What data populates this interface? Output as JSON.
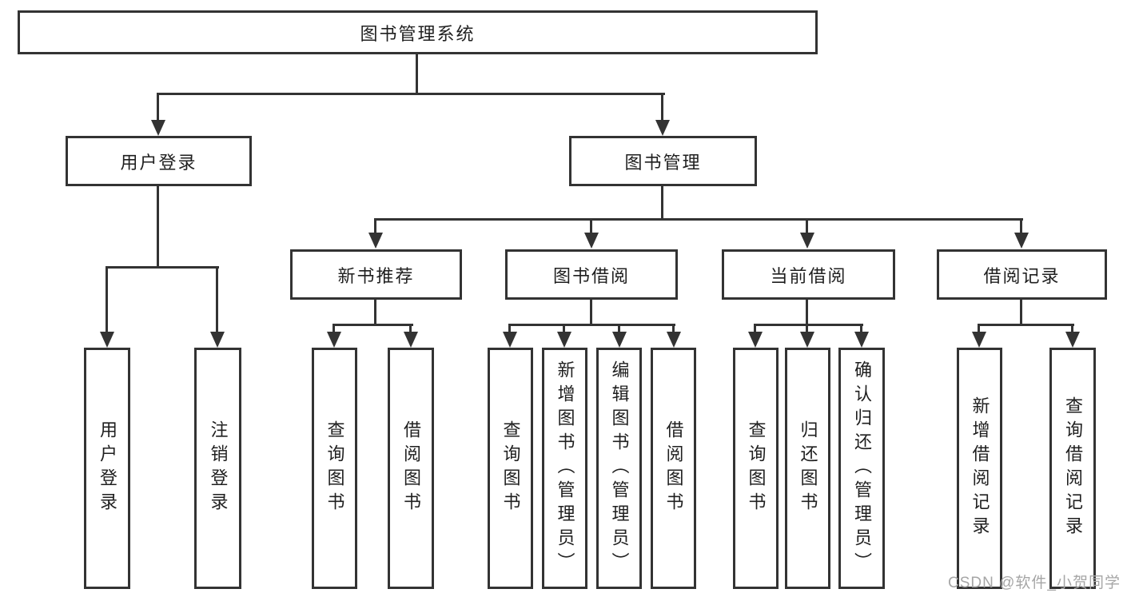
{
  "diagram": {
    "title": "图书管理系统",
    "root": {
      "label": "图书管理系统"
    },
    "level2": [
      {
        "label": "用户登录"
      },
      {
        "label": "图书管理"
      }
    ],
    "level3": [
      {
        "label": "新书推荐",
        "parent": "图书管理"
      },
      {
        "label": "图书借阅",
        "parent": "图书管理"
      },
      {
        "label": "当前借阅",
        "parent": "图书管理"
      },
      {
        "label": "借阅记录",
        "parent": "图书管理"
      }
    ],
    "leaves": [
      {
        "label": "用户登录",
        "parent": "用户登录"
      },
      {
        "label": "注销登录",
        "parent": "用户登录"
      },
      {
        "label": "查询图书",
        "parent": "新书推荐"
      },
      {
        "label": "借阅图书",
        "parent": "新书推荐"
      },
      {
        "label": "查询图书",
        "parent": "图书借阅"
      },
      {
        "label": "新增图书（管理员）",
        "parent": "图书借阅"
      },
      {
        "label": "编辑图书（管理员）",
        "parent": "图书借阅"
      },
      {
        "label": "借阅图书",
        "parent": "图书借阅"
      },
      {
        "label": "查询图书",
        "parent": "当前借阅"
      },
      {
        "label": "归还图书",
        "parent": "当前借阅"
      },
      {
        "label": "确认归还（管理员）",
        "parent": "当前借阅"
      },
      {
        "label": "新增借阅记录",
        "parent": "借阅记录"
      },
      {
        "label": "查询借阅记录",
        "parent": "借阅记录"
      }
    ]
  },
  "watermark": {
    "text": "CSDN @软件_小贺同学"
  },
  "colors": {
    "line": "#333333",
    "text": "#1f1f1f",
    "box_background": "#ffffff",
    "page_background": "#ffffff",
    "watermark": "#a6a6a6"
  }
}
